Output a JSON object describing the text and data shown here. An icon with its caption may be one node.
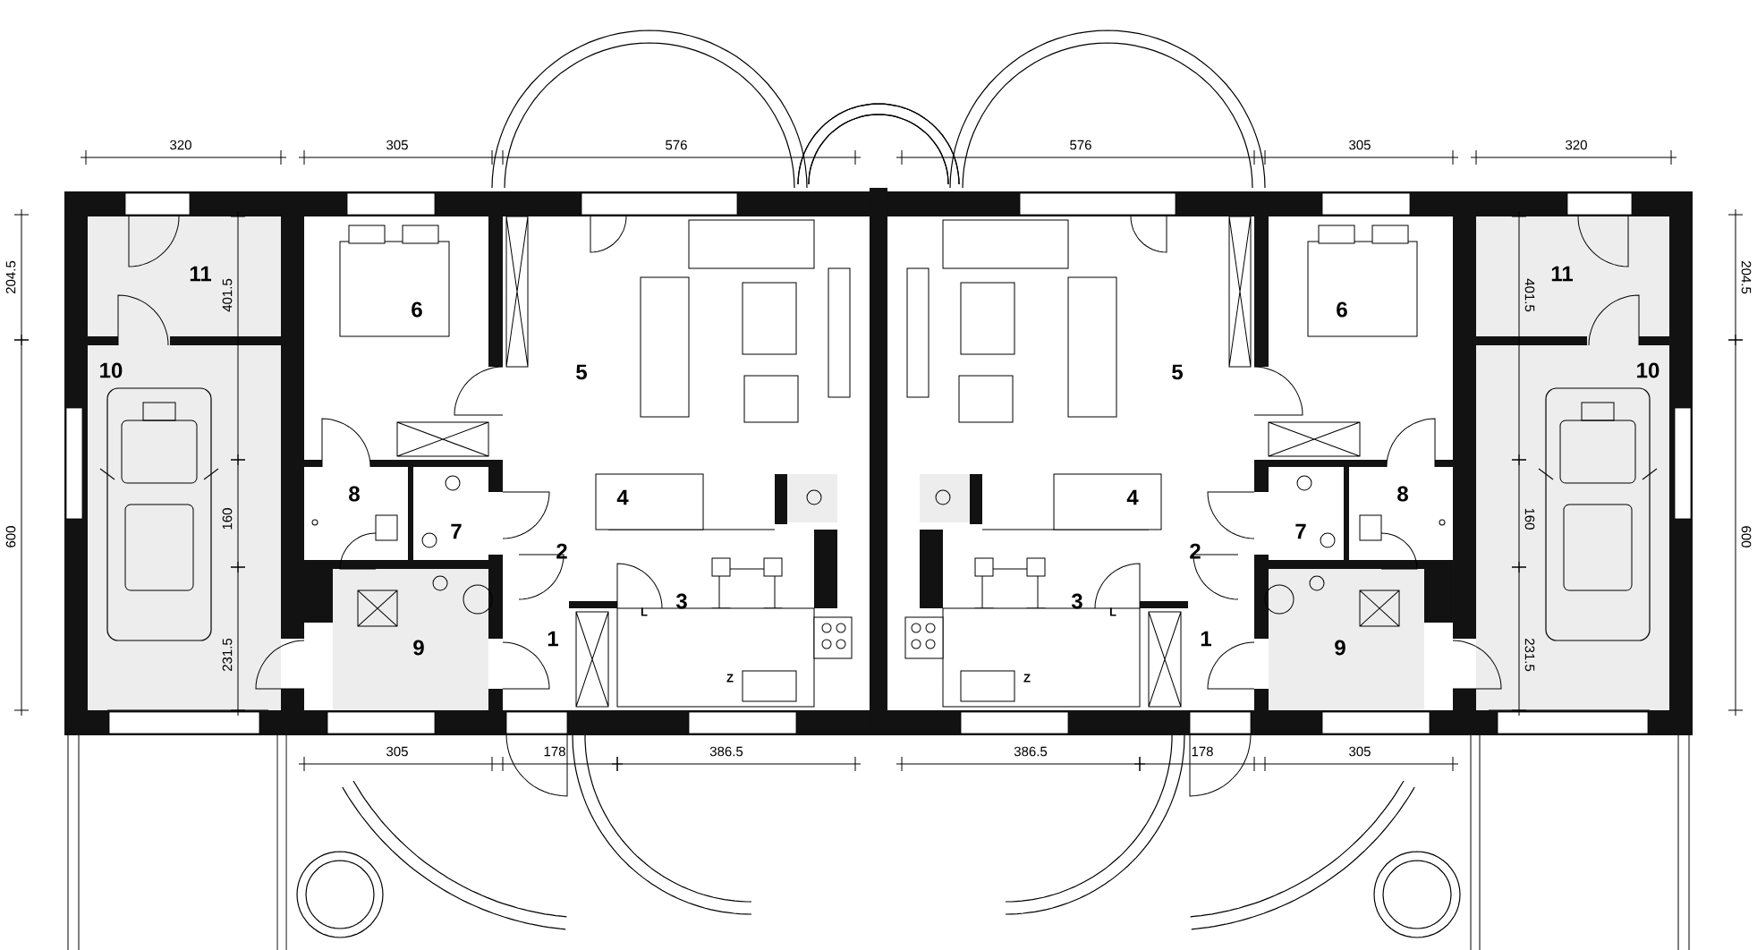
{
  "diagram": {
    "labels": [
      "320",
      "305",
      "576",
      "576",
      "305",
      "320",
      "204.5",
      "204.5",
      "11",
      "401.5",
      "6",
      "5",
      "5",
      "6",
      "401.5",
      "11",
      "10",
      "10",
      "600",
      "600",
      "8",
      "4",
      "4",
      "8",
      "7",
      "160",
      "7",
      "160",
      "2",
      "2",
      "3",
      "L",
      "L",
      "3",
      "1",
      "9",
      "231.5",
      "1",
      "9",
      "231.5",
      "Z",
      "Z",
      "305",
      "178",
      "386.5",
      "386.5",
      "178",
      "305"
    ]
  }
}
